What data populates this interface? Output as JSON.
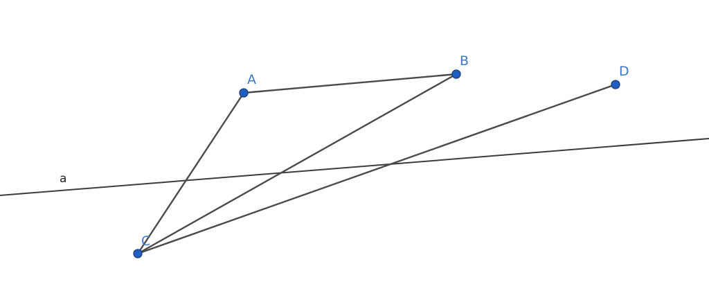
{
  "colors": {
    "background": "#ffffff",
    "segment_stroke": "#4a4a4a",
    "line_stroke": "#3c3c3c",
    "point_fill": "#1f5fbf",
    "point_label": "#3d78c8",
    "line_label": "#222222"
  },
  "line": {
    "label": "a"
  },
  "points": [
    {
      "id": "A",
      "label": "A"
    },
    {
      "id": "B",
      "label": "B"
    },
    {
      "id": "C",
      "label": "C"
    },
    {
      "id": "D",
      "label": "D"
    }
  ],
  "segments": [
    {
      "id": "AB",
      "from": "A",
      "to": "B"
    },
    {
      "id": "AC",
      "from": "A",
      "to": "C"
    },
    {
      "id": "BC",
      "from": "B",
      "to": "C"
    },
    {
      "id": "CD",
      "from": "C",
      "to": "D"
    }
  ]
}
